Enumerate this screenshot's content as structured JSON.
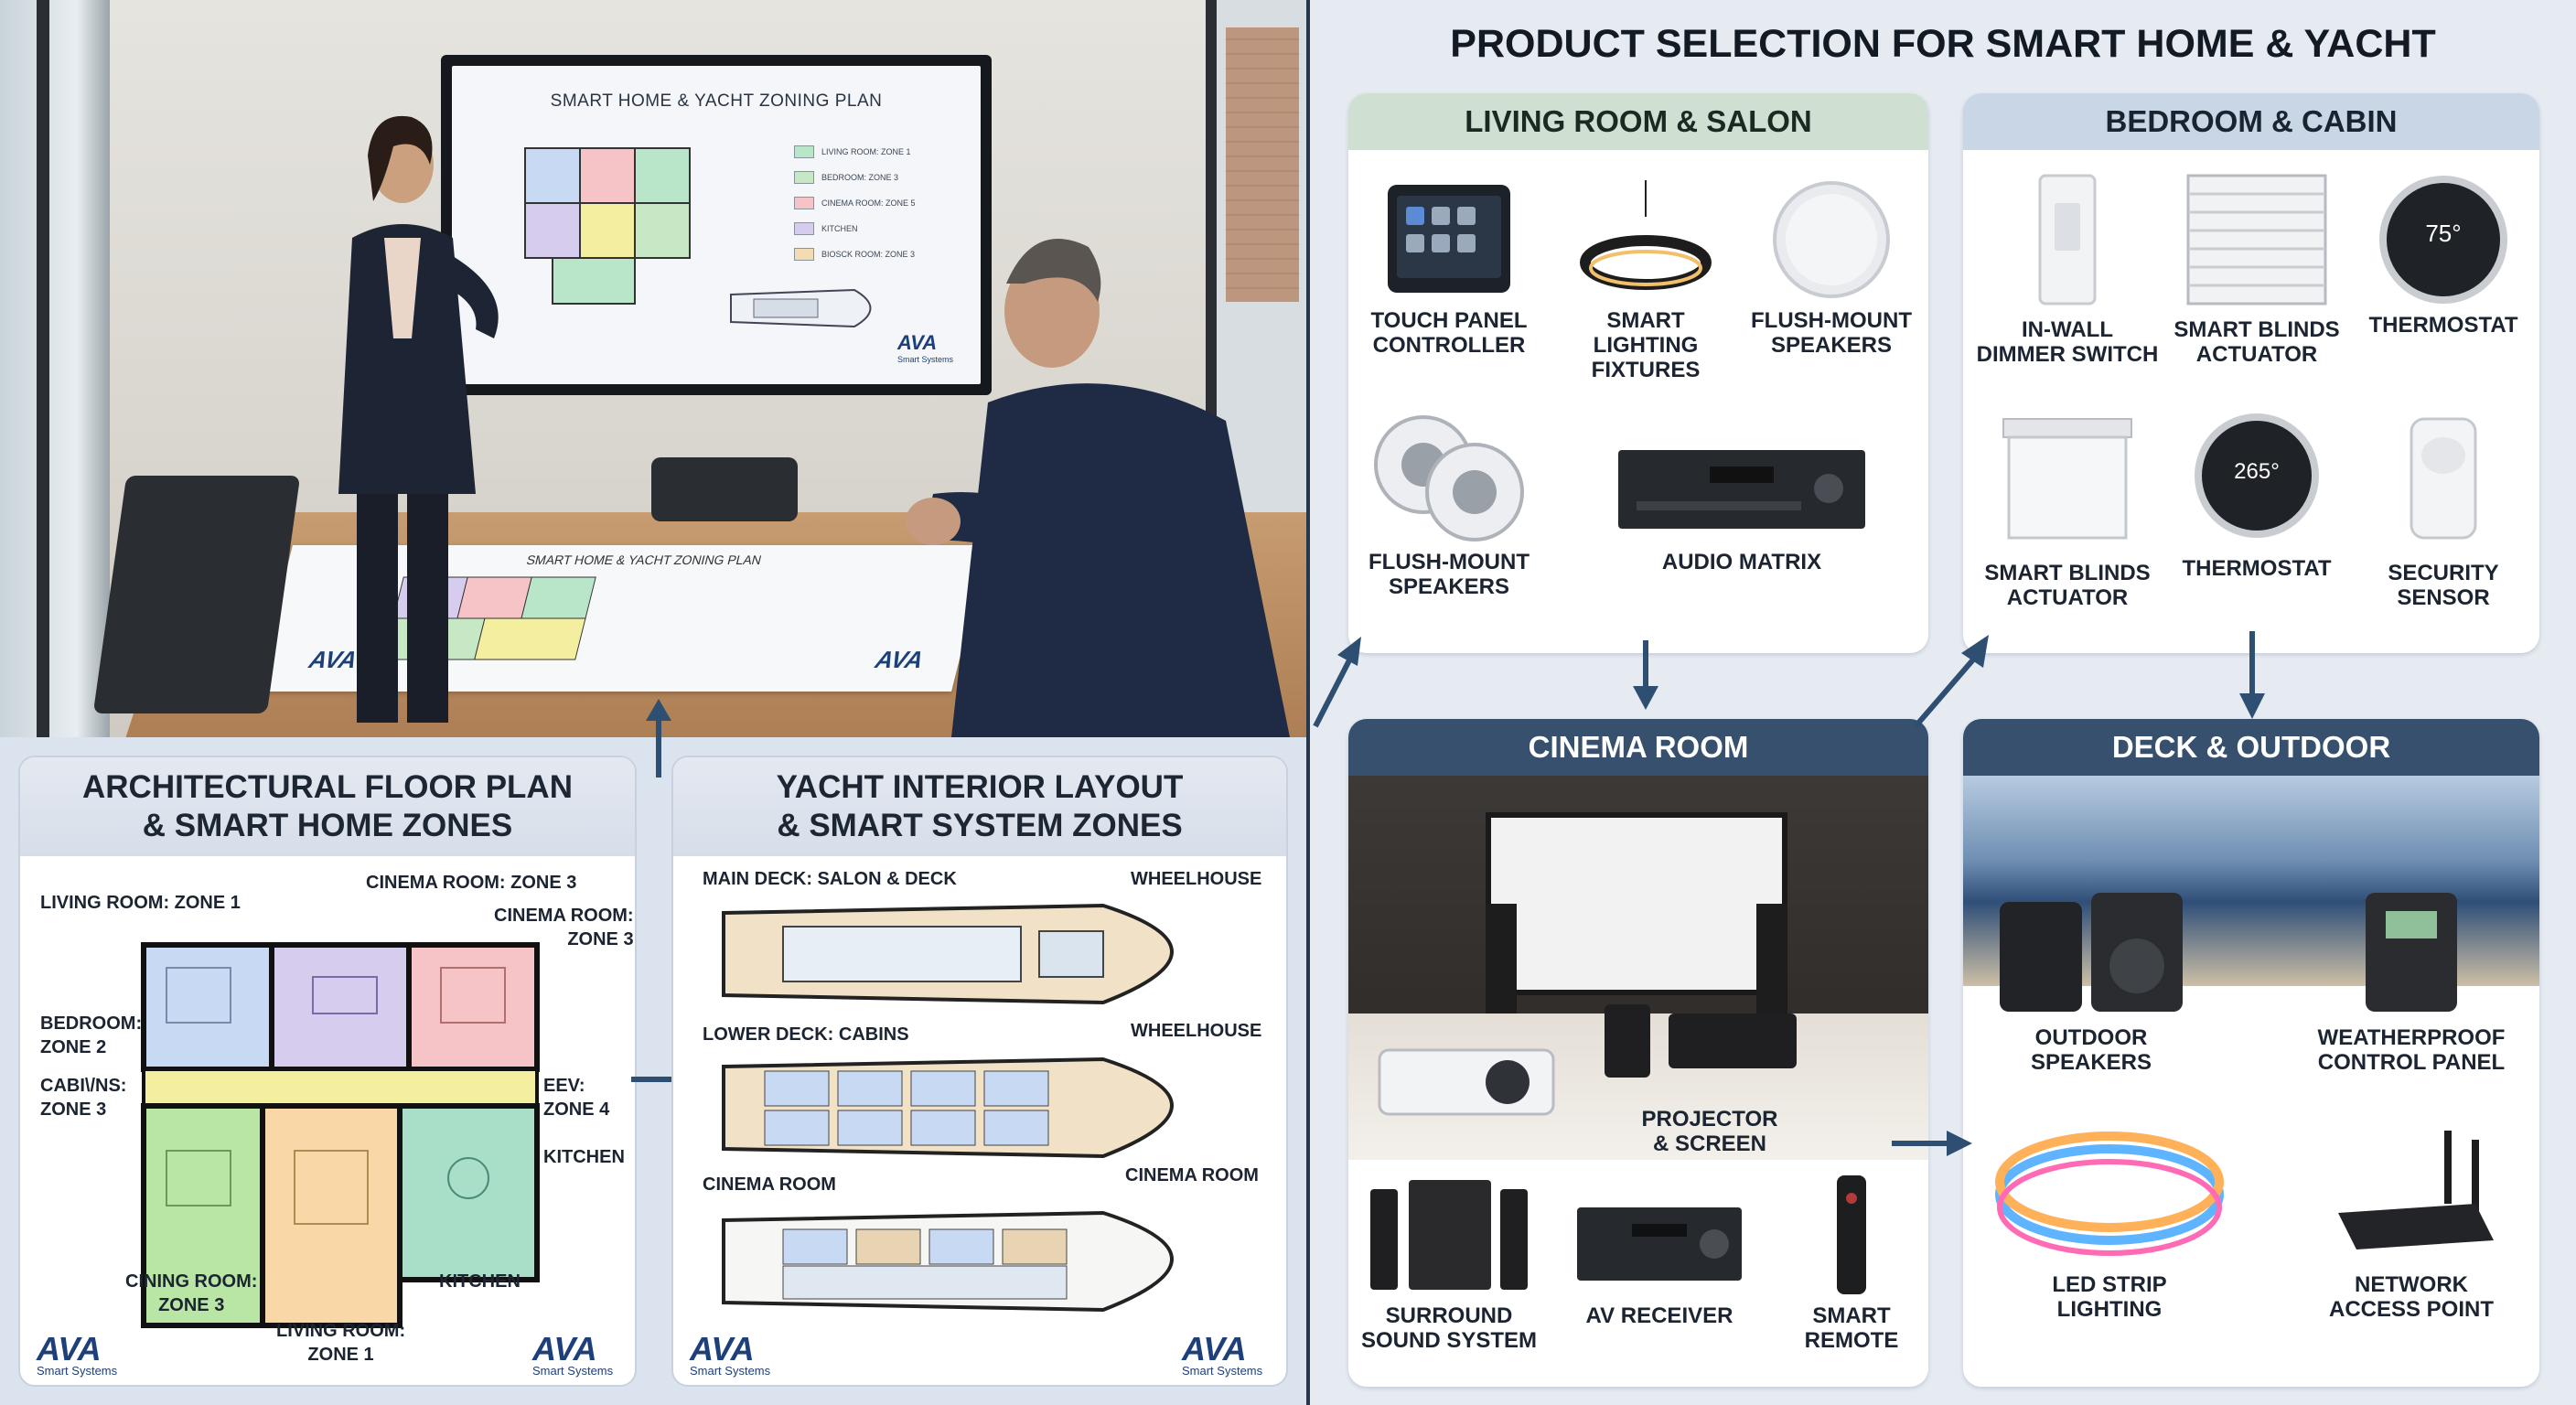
{
  "tv": {
    "title": "SMART HOME & YACHT ZONING PLAN",
    "legend": [
      {
        "label": "LIVING ROOM: ZONE 1",
        "color": "#b9e6c8"
      },
      {
        "label": "BEDROOM: ZONE 3",
        "color": "#c6e8c4"
      },
      {
        "label": "CINEMA ROOM: ZONE 5",
        "color": "#f6c4c7"
      },
      {
        "label": "KITCHEN",
        "color": "#d6cdee"
      },
      {
        "label": "BIOSCK ROOM: ZONE 3",
        "color": "#f3dcb3"
      }
    ],
    "logo": "AVA",
    "logo_sub": "Smart Systems"
  },
  "blueprint": {
    "title": "SMART HOME & YACHT ZONING PLAN",
    "logo": "AVA"
  },
  "floor_plan": {
    "title_line1": "ARCHITECTURAL FLOOR PLAN",
    "title_line2": "& SMART HOME ZONES",
    "labels": {
      "cinema_top": "CINEMA ROOM: ZONE 3",
      "living_top": "LIVING ROOM: ZONE 1",
      "cinema_right_1": "CINEMA ROOM:",
      "cinema_right_2": "ZONE 3",
      "bedroom_1": "BEDROOM:",
      "bedroom_2": "ZONE 2",
      "cabins_1": "CABI\\/NS:",
      "cabins_2": "ZONE 3",
      "eev_1": "EEV:",
      "eev_2": "ZONE 4",
      "kitchen_right": "KITCHEN",
      "cining_1": "CINING ROOM:",
      "cining_2": "ZONE 3",
      "kitchen_bottom": "KITCHEN",
      "living_bottom_1": "LIVING ROOM:",
      "living_bottom_2": "ZONE 1"
    },
    "logo": "AVA",
    "logo_sub": "Smart Systems"
  },
  "yacht": {
    "title_line1": "YACHT INTERIOR LAYOUT",
    "title_line2": "& SMART SYSTEM ZONES",
    "labels": {
      "main_deck": "MAIN DECK: SALON & DECK",
      "wheelhouse_1": "WHEELHOUSE",
      "lower_deck": "LOWER DECK: CABINS",
      "wheelhouse_2": "WHEELHOUSE",
      "cinema_left": "CINEMA ROOM",
      "cinema_right": "CINEMA ROOM"
    },
    "logo": "AVA",
    "logo_sub": "Smart Systems"
  },
  "products": {
    "title": "PRODUCT SELECTION FOR SMART HOME & YACHT",
    "living": {
      "title": "LIVING ROOM & SALON",
      "items": [
        {
          "l1": "TOUCH PANEL",
          "l2": "CONTROLLER",
          "icon": "touch-panel-icon"
        },
        {
          "l1": "SMART LIGHTING",
          "l2": "FIXTURES",
          "icon": "pendant-light-icon"
        },
        {
          "l1": "FLUSH-MOUNT",
          "l2": "SPEAKERS",
          "icon": "ceiling-speaker-icon"
        },
        {
          "l1": "FLUSH-MOUNT",
          "l2": "SPEAKERS",
          "icon": "ceiling-speakers-icon"
        },
        {
          "l1": "AUDIO MATRIX",
          "l2": "",
          "icon": "audio-matrix-icon"
        }
      ]
    },
    "bedroom": {
      "title": "BEDROOM & CABIN",
      "items": [
        {
          "l1": "IN-WALL",
          "l2": "DIMMER SWITCH",
          "icon": "dimmer-switch-icon"
        },
        {
          "l1": "SMART BLINDS",
          "l2": "ACTUATOR",
          "icon": "blinds-icon"
        },
        {
          "l1": "THERMOSTAT",
          "l2": "",
          "icon": "thermostat-icon",
          "reading": "75°"
        },
        {
          "l1": "SMART BLINDS",
          "l2": "ACTUATOR",
          "icon": "blinds-box-icon"
        },
        {
          "l1": "THERMOSTAT",
          "l2": "",
          "icon": "thermostat-icon",
          "reading": "265°"
        },
        {
          "l1": "SECURITY",
          "l2": "SENSOR",
          "icon": "security-sensor-icon"
        }
      ]
    },
    "cinema": {
      "title": "CINEMA ROOM",
      "items": [
        {
          "l1": "PROJECTOR",
          "l2": "& SCREEN",
          "icon": "projector-icon"
        },
        {
          "l1": "SURROUND",
          "l2": "SOUND SYSTEM",
          "icon": "surround-speakers-icon"
        },
        {
          "l1": "AV RECEIVER",
          "l2": "",
          "icon": "av-receiver-icon"
        },
        {
          "l1": "SMART",
          "l2": "REMOTE",
          "icon": "remote-icon"
        }
      ]
    },
    "deck": {
      "title": "DECK & OUTDOOR",
      "items": [
        {
          "l1": "OUTDOOR",
          "l2": "SPEAKERS",
          "icon": "outdoor-speakers-icon"
        },
        {
          "l1": "WEATHERPROOF",
          "l2": "CONTROL PANEL",
          "icon": "control-panel-icon"
        },
        {
          "l1": "LED STRIP",
          "l2": "LIGHTING",
          "icon": "led-strip-icon"
        },
        {
          "l1": "NETWORK",
          "l2": "ACCESS POINT",
          "icon": "access-point-icon"
        }
      ]
    }
  }
}
